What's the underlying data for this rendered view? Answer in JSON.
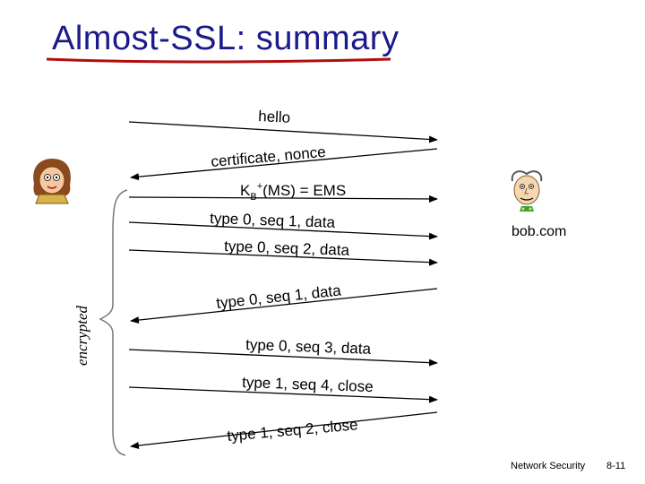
{
  "title": "Almost-SSL: summary",
  "server_label": "bob.com",
  "encrypted_label": "encrypted",
  "footer": {
    "course": "Network Security",
    "page": "8-11"
  },
  "messages": [
    {
      "id": "hello",
      "text": "hello",
      "direction": "to-server"
    },
    {
      "id": "certificate",
      "text": "certificate, nonce",
      "direction": "to-client"
    },
    {
      "id": "kb-ms",
      "text": "K",
      "sub": "B",
      "sup": "+",
      "rest": "(MS) = EMS",
      "direction": "to-server"
    },
    {
      "id": "type0-seq1-client",
      "text": "type 0, seq 1, data",
      "direction": "to-server"
    },
    {
      "id": "type0-seq2",
      "text": "type 0, seq 2, data",
      "direction": "to-server"
    },
    {
      "id": "type0-seq1-server",
      "text": "type 0, seq 1, data",
      "direction": "to-client"
    },
    {
      "id": "type0-seq3",
      "text": "type 0, seq 3, data",
      "direction": "to-server"
    },
    {
      "id": "type1-seq4",
      "text": "type 1, seq 4, close",
      "direction": "to-server"
    },
    {
      "id": "type1-seq2",
      "text": "type 1, seq 2, close",
      "direction": "to-client"
    }
  ],
  "colors": {
    "title": "#1a1a8a",
    "underline": "#b01010",
    "arrow": "#000000"
  }
}
